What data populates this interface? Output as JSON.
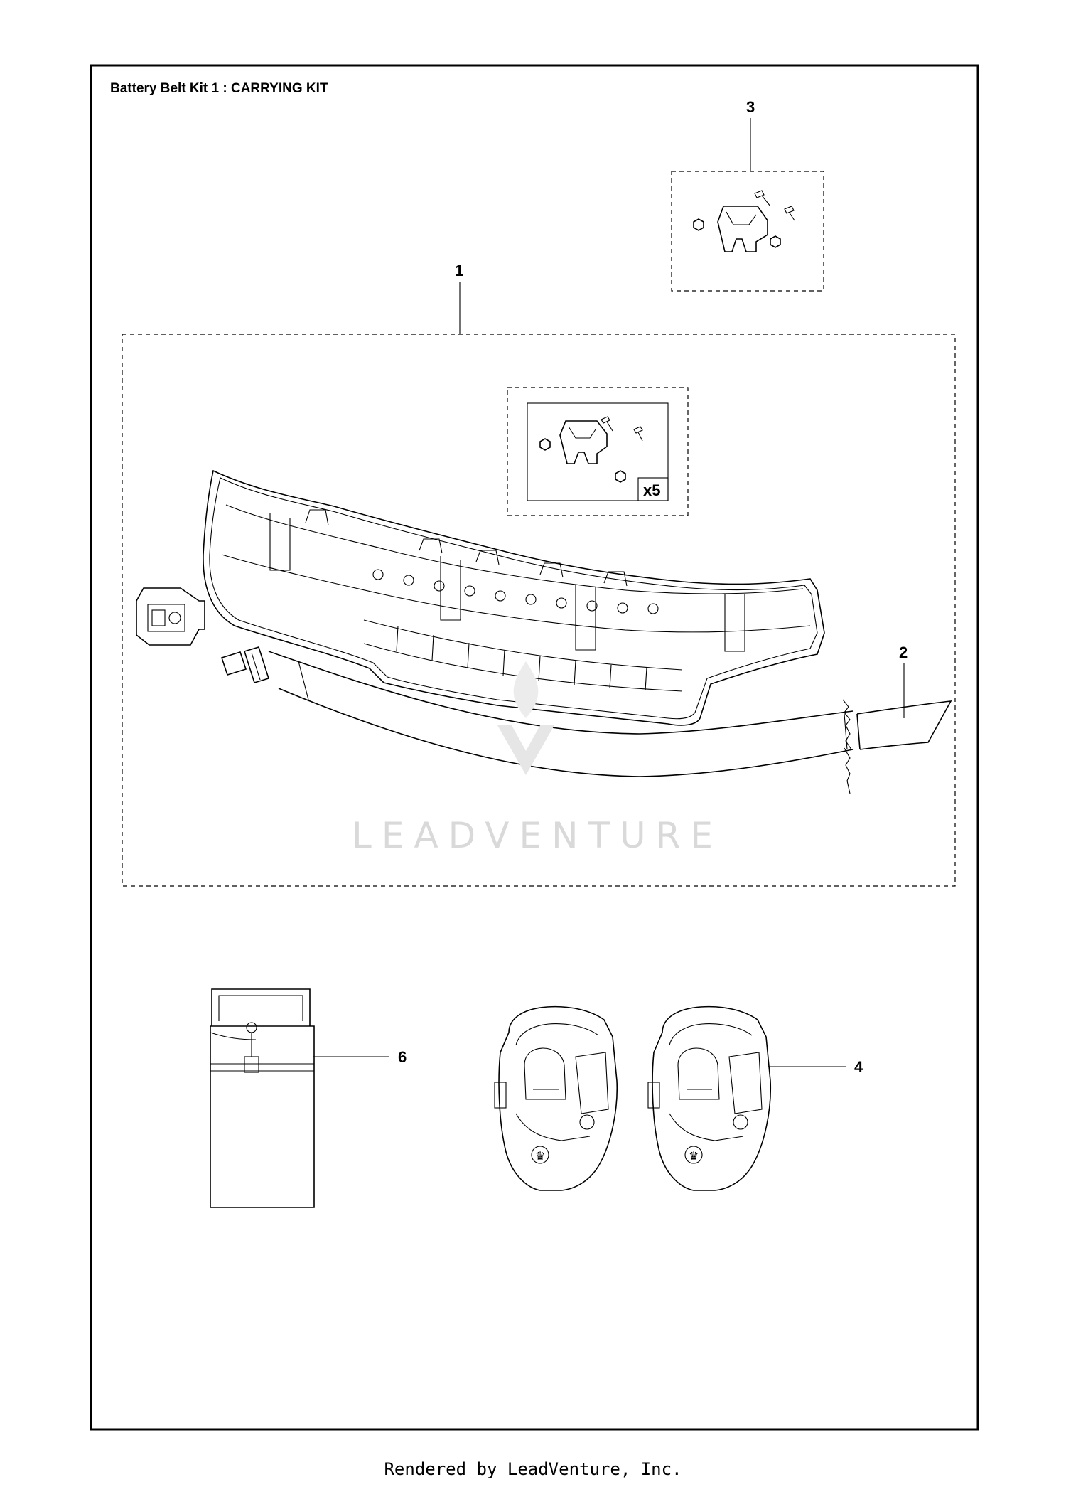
{
  "title": "Battery Belt Kit 1 : CARRYING KIT",
  "callouts": {
    "part_1": "1",
    "part_2": "2",
    "part_3": "3",
    "part_4": "4",
    "part_6": "6"
  },
  "multiplier": "x5",
  "watermark": "LEADVENTURE",
  "footer": "Rendered by LeadVenture, Inc."
}
